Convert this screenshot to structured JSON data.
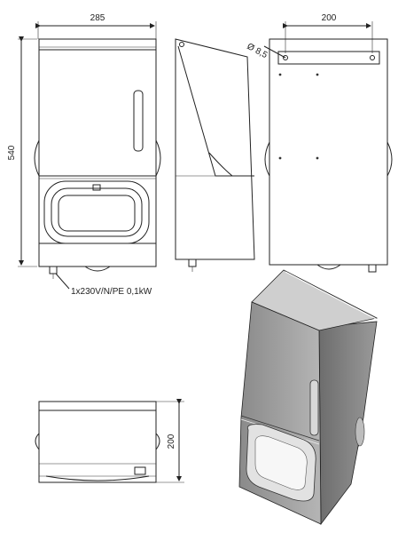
{
  "dimensions": {
    "front_width": "285",
    "front_height": "540",
    "back_hole_spacing": "200",
    "hole_diameter": "Ø 8,5",
    "top_view_depth": "200"
  },
  "electrical_label": "1x230V/N/PE 0,1kW"
}
